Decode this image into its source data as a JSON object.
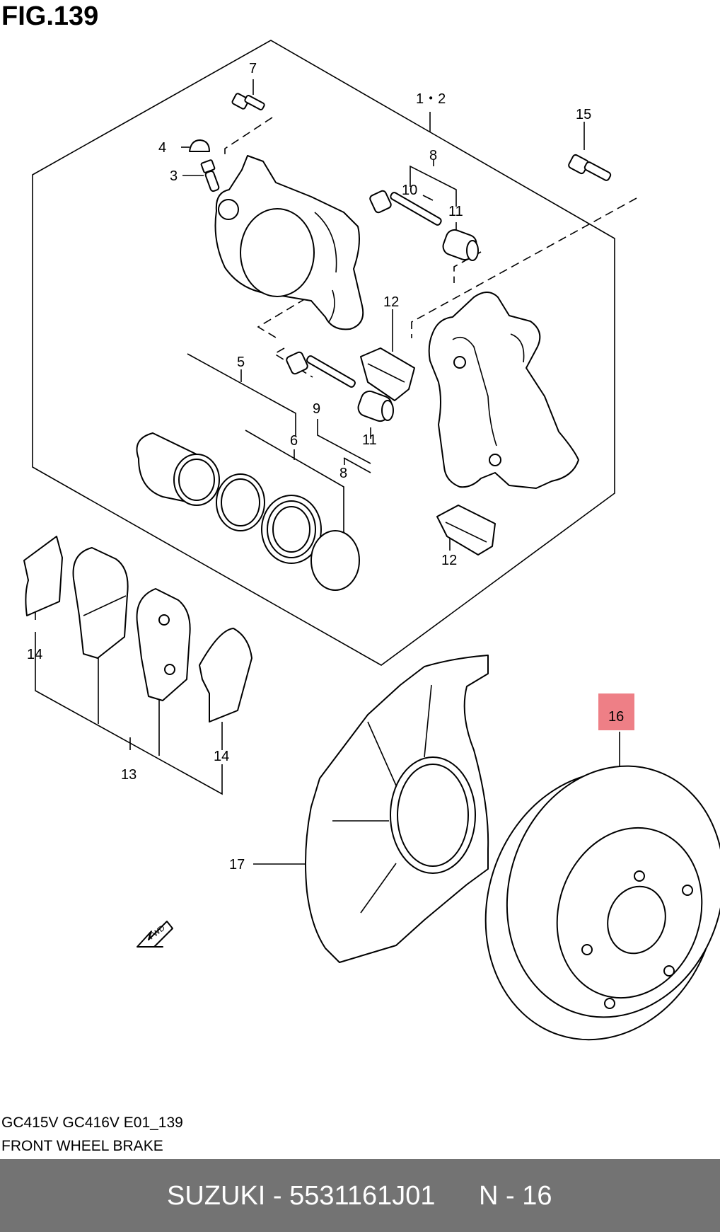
{
  "figure": {
    "title": "FIG.139"
  },
  "callouts": {
    "c1_2": "1・2",
    "c3": "3",
    "c4": "4",
    "c5": "5",
    "c6": "6",
    "c7": "7",
    "c8_top": "8",
    "c8_bottom": "8",
    "c9": "9",
    "c10": "10",
    "c11_top": "11",
    "c11_bottom": "11",
    "c12_top": "12",
    "c12_bottom": "12",
    "c13": "13",
    "c14_left": "14",
    "c14_right": "14",
    "c15": "15",
    "c16": "16",
    "c17": "17",
    "fwd": "FWD"
  },
  "highlight": {
    "color": "#ee7f86",
    "part": "16"
  },
  "info": {
    "code_line": "GC415V GC416V E01_139",
    "name_line": "FRONT WHEEL BRAKE"
  },
  "footer": {
    "brand_part": "SUZUKI - 5531161J01",
    "page": "N - 16",
    "bg_color": "#737373"
  }
}
